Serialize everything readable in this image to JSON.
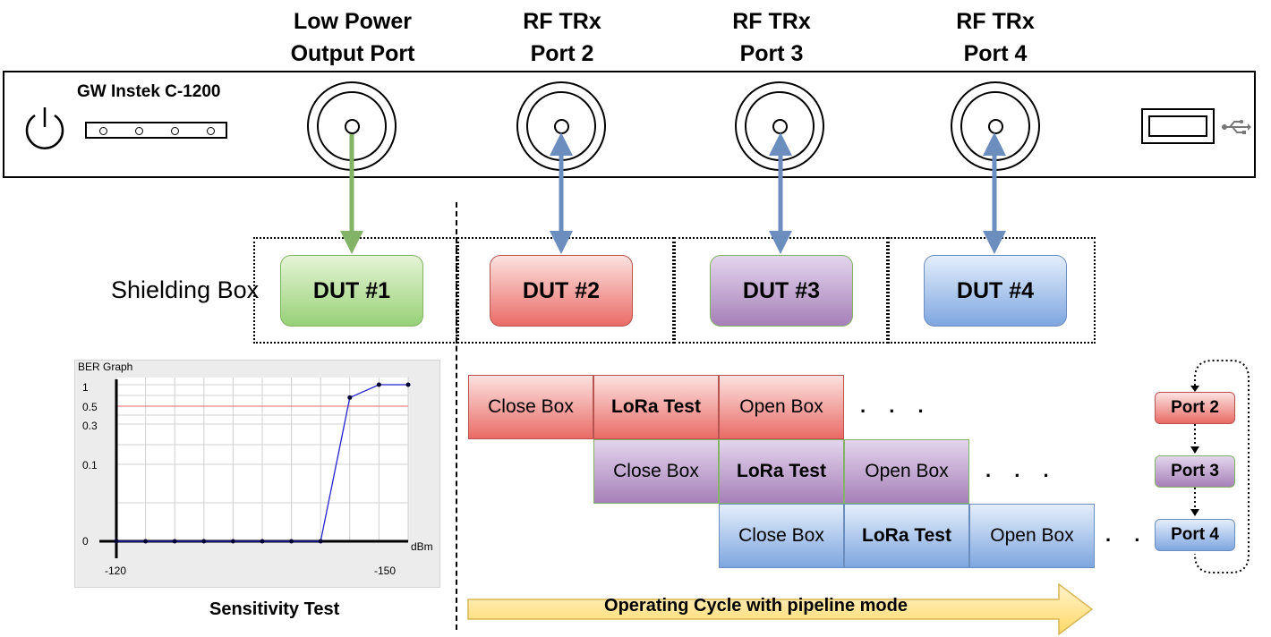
{
  "instrument": {
    "name": "GW Instek C-1200",
    "ports": [
      {
        "title_line1": "Low Power",
        "title_line2": "Output Port"
      },
      {
        "title_line1": "RF TRx",
        "title_line2": "Port 2"
      },
      {
        "title_line1": "RF TRx",
        "title_line2": "Port 3"
      },
      {
        "title_line1": "RF TRx",
        "title_line2": "Port 4"
      }
    ],
    "icons": {
      "power": "power-icon",
      "usb": "usb-icon"
    }
  },
  "shielding": {
    "label": "Shielding Box",
    "duts": [
      "DUT #1",
      "DUT #2",
      "DUT #3",
      "DUT #4"
    ]
  },
  "colors": {
    "green_arrow": "#82b366",
    "blue_arrow": "#6c8ebf",
    "red_fill": "#ea6b66",
    "purple_fill": "#a680b8",
    "blue_fill": "#7ea6e0",
    "green_fill": "#97d077",
    "cycle_arrow": "#ffd966"
  },
  "ber_graph": {
    "title": "BER Graph",
    "y_ticks": [
      "1",
      "0.5",
      "0.3",
      "0.1",
      "0"
    ],
    "x_ticks": [
      "-120",
      "-150"
    ],
    "x_unit": "dBm",
    "caption": "Sensitivity Test"
  },
  "chart_data": {
    "type": "line",
    "title": "BER Graph",
    "xlabel": "dBm",
    "ylabel": "",
    "x_tick_labels": [
      "-120",
      "-150"
    ],
    "y_tick_labels": [
      "1",
      "0.5",
      "0.3",
      "0.1",
      "0"
    ],
    "reference_line": {
      "y": 0.5,
      "color": "#e06666"
    },
    "series": [
      {
        "x": [
          -120,
          -123,
          -126,
          -129,
          -132,
          -135,
          -138,
          -141,
          -144,
          -147,
          -150
        ],
        "y": [
          0,
          0,
          0,
          0,
          0,
          0,
          0,
          0,
          0.7,
          1,
          1
        ]
      }
    ],
    "grid": true
  },
  "pipeline": {
    "rows": [
      {
        "stages": [
          "Close Box",
          "LoRa Test",
          "Open Box"
        ],
        "ellipsis": ". . ."
      },
      {
        "stages": [
          "Close Box",
          "LoRa Test",
          "Open Box"
        ],
        "ellipsis": ". . ."
      },
      {
        "stages": [
          "Close Box",
          "LoRa Test",
          "Open Box"
        ],
        "ellipsis": ". . ."
      }
    ],
    "port_sequence": [
      "Port 2",
      "Port 3",
      "Port 4"
    ],
    "cycle_label": "Operating Cycle with pipeline mode"
  }
}
